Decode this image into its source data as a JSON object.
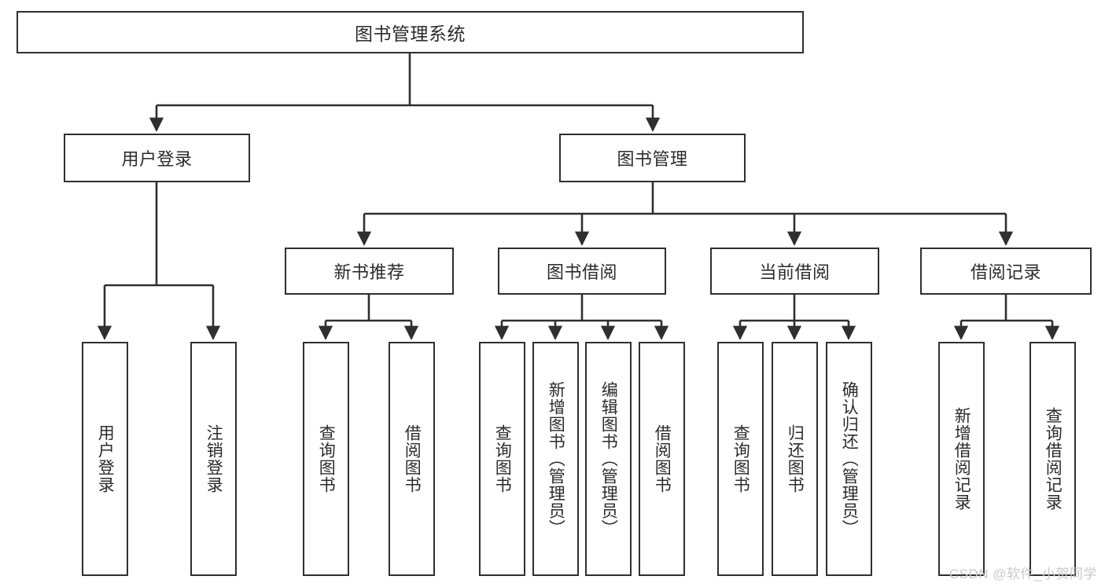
{
  "diagram": {
    "title": "图书管理系统",
    "type": "tree-hierarchy-chart",
    "root": {
      "label": "图书管理系统"
    },
    "level2": [
      {
        "label": "用户登录"
      },
      {
        "label": "图书管理"
      }
    ],
    "level3": [
      {
        "label": "新书推荐"
      },
      {
        "label": "图书借阅"
      },
      {
        "label": "当前借阅"
      },
      {
        "label": "借阅记录"
      }
    ],
    "leaves": {
      "user_login": [
        {
          "label": "用户登录"
        },
        {
          "label": "注销登录"
        }
      ],
      "new_book_recommend": [
        {
          "label": "查询图书"
        },
        {
          "label": "借阅图书"
        }
      ],
      "book_borrow": [
        {
          "label": "查询图书"
        },
        {
          "label": "新增图书（管理员）"
        },
        {
          "label": "编辑图书（管理员）"
        },
        {
          "label": "借阅图书"
        }
      ],
      "current_borrow": [
        {
          "label": "查询图书"
        },
        {
          "label": "归还图书"
        },
        {
          "label": "确认归还（管理员）"
        }
      ],
      "borrow_record": [
        {
          "label": "新增借阅记录"
        },
        {
          "label": "查询借阅记录"
        }
      ]
    }
  },
  "watermark": {
    "text": "CSDN @软件_小贺同学"
  },
  "colors": {
    "stroke": "#2f2f2f",
    "background": "#ffffff",
    "text": "#2b2b2b",
    "watermark": "#c9c9c9"
  }
}
